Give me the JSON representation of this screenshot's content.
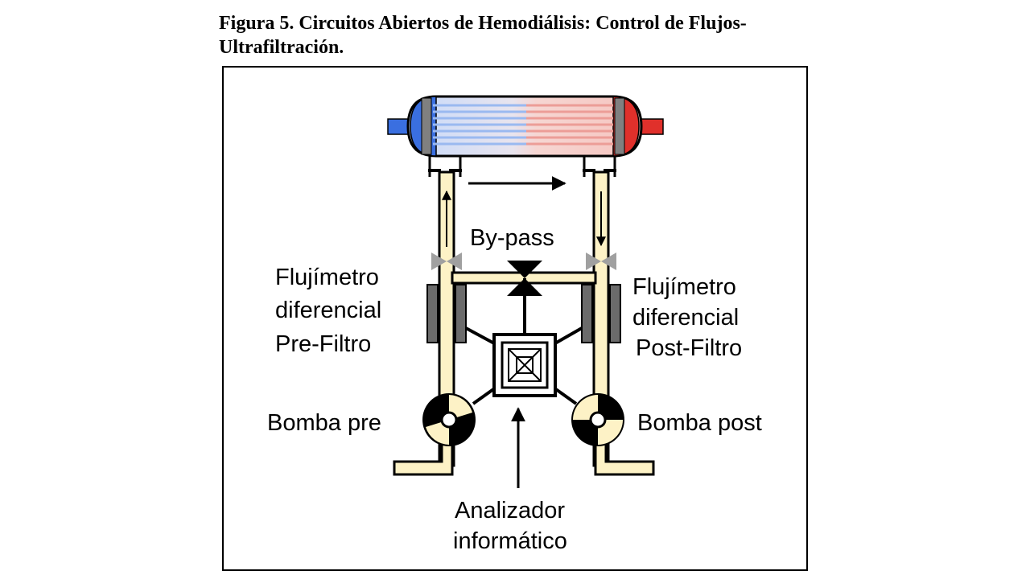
{
  "caption": {
    "line1": "Figura 5. Circuitos Abiertos de Hemodiálisis: Control de Flujos-",
    "line2": "Ultrafiltración."
  },
  "labels": {
    "bypass": "By-pass",
    "flow_pre": [
      "Flujímetro",
      "diferencial",
      "Pre-Filtro"
    ],
    "flow_post": [
      "Flujímetro",
      "diferencial",
      "Post-Filtro"
    ],
    "pump_pre": "Bomba pre",
    "pump_post": "Bomba post",
    "analyzer": [
      "Analizador",
      "informático"
    ]
  },
  "colors": {
    "tube": "#fdf2c6",
    "blood_in": "#3a6fe0",
    "blood_out": "#e0302b",
    "fiber_blue": "#b5cdf5",
    "fiber_red": "#f3b9b4",
    "meter": "#6b6b6b",
    "valve": "#a0a0a0"
  }
}
